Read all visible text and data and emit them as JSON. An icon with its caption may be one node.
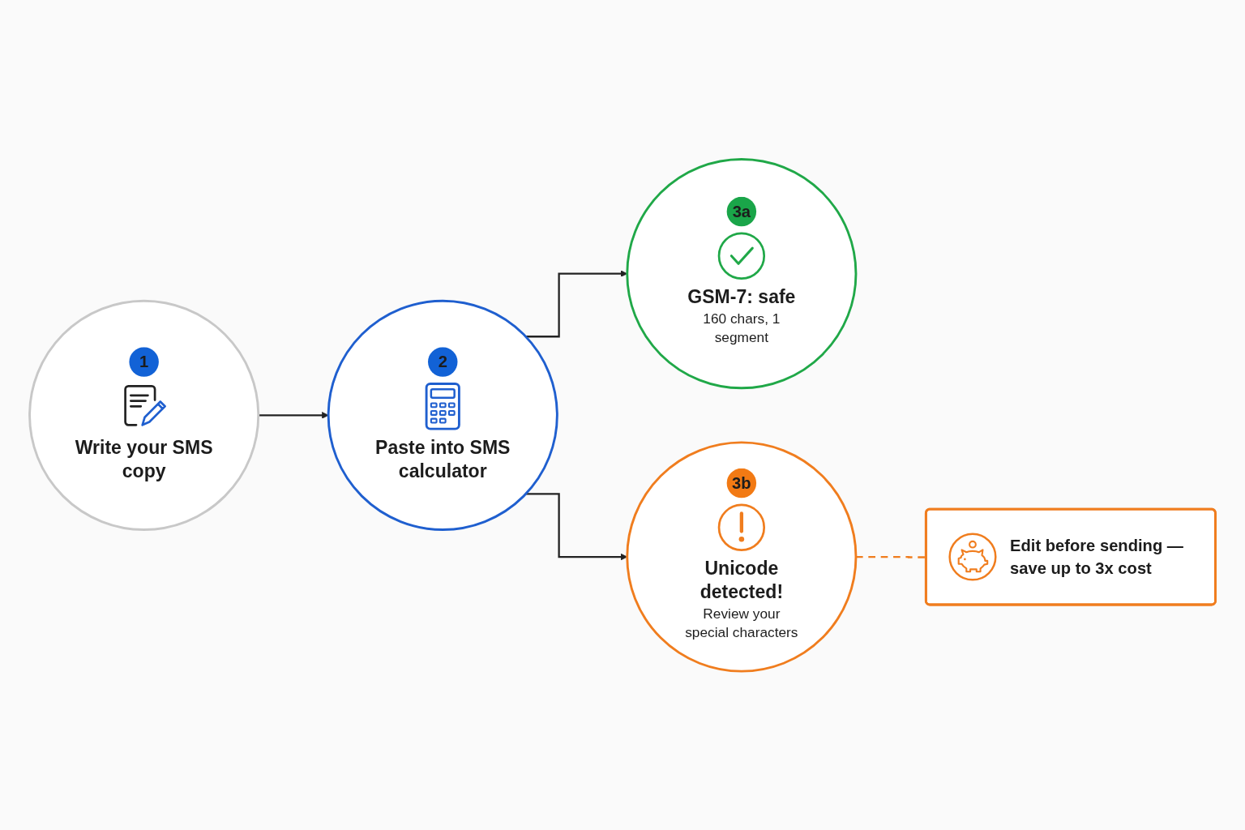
{
  "diagram": {
    "nodes": [
      {
        "text": [
          "1",
          "Write your SMS copy"
        ]
      },
      {
        "text": [
          "2",
          "Paste into SMS calculator"
        ]
      },
      {
        "text": [
          "3a",
          "GSM-7: safe",
          "160 chars, 1 segment"
        ]
      },
      {
        "text": [
          "3b",
          "Unicode detected!",
          "Review your special characters"
        ]
      },
      {
        "text": [
          "Edit before sending — save up to 3x cost"
        ]
      }
    ],
    "edges": [
      {
        "from": 0,
        "to": 1,
        "arrow": "to"
      },
      {
        "from": 1,
        "to": 2,
        "arrow": "to"
      },
      {
        "from": 1,
        "to": 3,
        "arrow": "to"
      },
      {
        "from": 3,
        "to": 4,
        "arrow": "none",
        "style": "dashed",
        "color": "#f07d1e"
      }
    ]
  }
}
